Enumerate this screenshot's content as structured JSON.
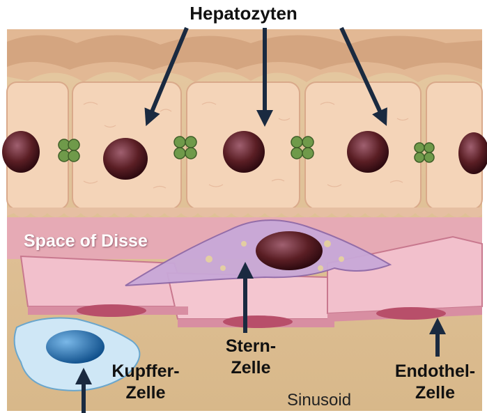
{
  "title": "Hepatozyten",
  "labels": {
    "space_of_disse": "Space of Disse",
    "stern_line1": "Stern-",
    "stern_line2": "Zelle",
    "kupffer_line1": "Kupffer-",
    "kupffer_line2": "Zelle",
    "endothel_line1": "Endothel-",
    "endothel_line2": "Zelle",
    "sinusoid": "Sinusoid"
  },
  "colors": {
    "hepatocyte": "#f4d4b8",
    "microvilli": "#d6a888",
    "nucleus": "#5a1e24",
    "endothelium": "#e8a8b8",
    "stellate": "#c8a8d8",
    "kupffer": "#a8d4ec",
    "sinusoid": "#ddc098",
    "arrow": "#1a2a40"
  }
}
